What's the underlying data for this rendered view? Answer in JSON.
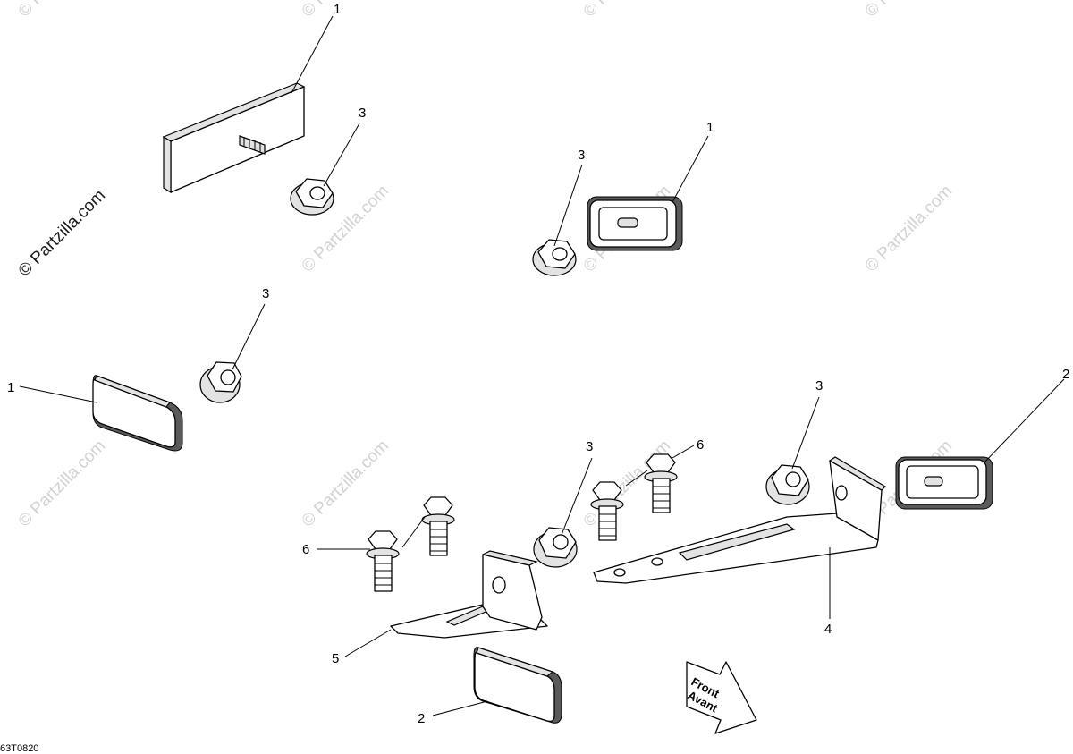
{
  "watermark": {
    "primary": "© Partzilla.com",
    "faint": "© Partzilla.com"
  },
  "callouts": {
    "c1a": "1",
    "c1b": "1",
    "c1c": "1",
    "c2a": "2",
    "c2b": "2",
    "c3a": "3",
    "c3b": "3",
    "c3c": "3",
    "c3d": "3",
    "c3e": "3",
    "c4": "4",
    "c5": "5",
    "c6a": "6",
    "c6b": "6"
  },
  "direction_arrow": {
    "line1": "Front",
    "line2": "Avant"
  },
  "reference_code": "63T0820"
}
